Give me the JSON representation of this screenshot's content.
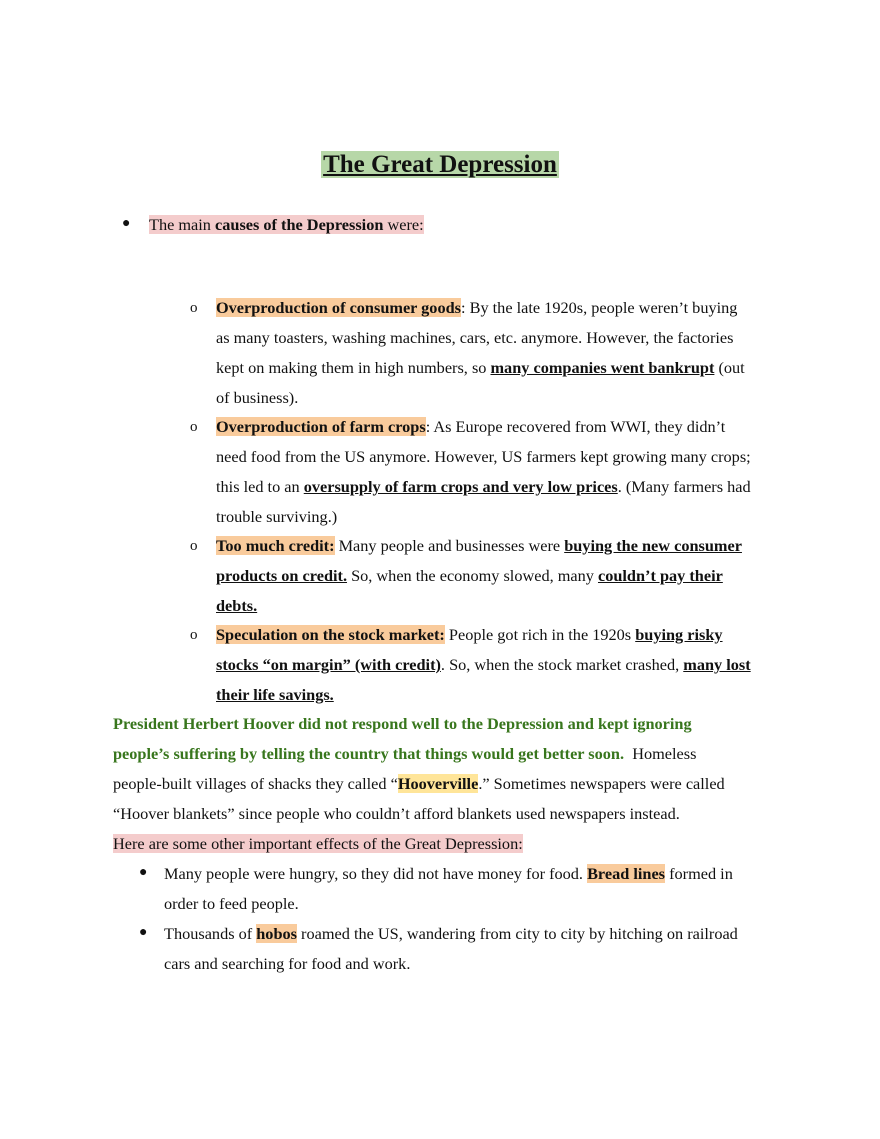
{
  "title": "The Great Depression",
  "bullet_symbol": "●",
  "sub_bullet_symbol": "o",
  "intro": {
    "prefix": "The main ",
    "bold": "causes of the Depression",
    "suffix": " were:"
  },
  "causes": [
    {
      "term": "Overproduction of consumer goods",
      "lines": [
        ": By the late 1920s, people weren’t buying",
        "as many toasters, washing machines, cars, etc. anymore. However, the factories",
        "kept on making them in high numbers, so ",
        "many companies went bankrupt",
        " (out",
        "of business)."
      ]
    },
    {
      "term": "Overproduction of farm crops",
      "lines": [
        ": As Europe recovered from WWI, they didn’t",
        "need food from the US anymore. However, US farmers kept growing many crops;",
        "this led to an ",
        "oversupply of farm crops and very low prices",
        ". (Many farmers had",
        "trouble surviving.)"
      ]
    },
    {
      "term": "Too much credit:",
      "lines": [
        " Many people and businesses were ",
        "buying the new consumer",
        "products on credit.",
        " So, when the economy slowed, many ",
        "couldn’t pay their",
        "debts."
      ]
    },
    {
      "term": "Speculation on the stock market:",
      "lines": [
        " People got rich in the 1920s ",
        "buying risky",
        "stocks “on margin” (with credit)",
        ". So, when the stock market crashed, ",
        "many lost",
        "their life savings."
      ]
    }
  ],
  "hoover": {
    "green_line1": "President Herbert Hoover did not respond well to the Depression and kept ignoring",
    "green_line2": "people’s suffering by telling the country that things would get better soon.",
    "line2_rest": "  Homeless",
    "line3_pre": "people-built villages of shacks they called “",
    "line3_term": "Hooverville",
    "line3_post": ".” Sometimes newspapers were called",
    "line4": "“Hoover blankets” since people who couldn’t afford blankets used newspapers instead."
  },
  "effects_heading": "Here are some other important effects of the Great Depression:",
  "effects": [
    {
      "pre": "Many people were hungry, so they did not have money for food. ",
      "term": "Bread lines",
      "post": " formed in",
      "line2": "order to feed people."
    },
    {
      "pre": "Thousands of ",
      "term": "hobos",
      "post": " roamed the US, wandering from city to city by hitching on railroad",
      "line2": "cars and searching for food and work."
    }
  ]
}
